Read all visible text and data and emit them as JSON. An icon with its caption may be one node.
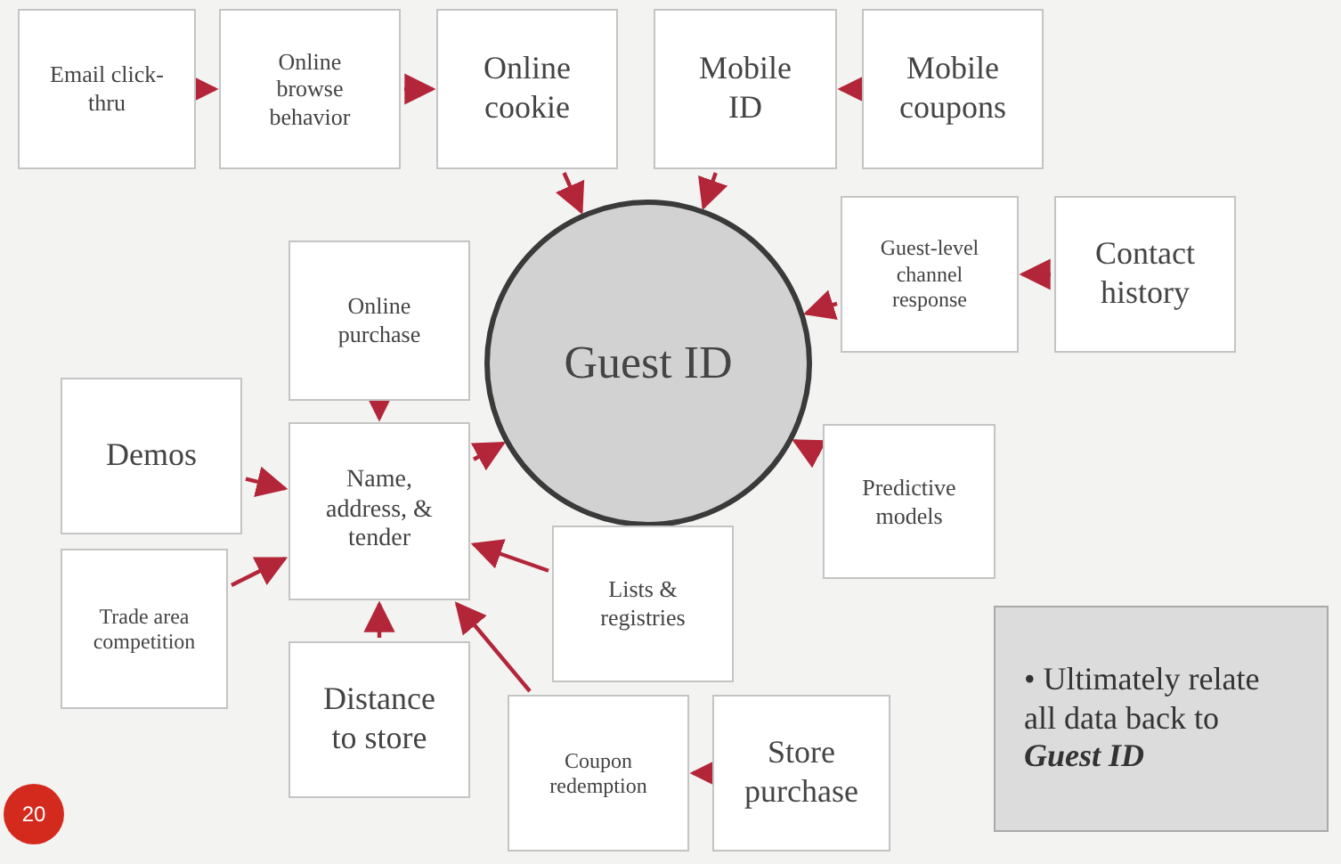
{
  "diagram": {
    "nodes": [
      {
        "text": [
          "Email click-thru"
        ]
      },
      {
        "text": [
          "Online browse behavior"
        ]
      },
      {
        "text": [
          "Online cookie"
        ]
      },
      {
        "text": [
          "Mobile ID"
        ]
      },
      {
        "text": [
          "Mobile coupons"
        ]
      },
      {
        "text": [
          "Guest-level channel response"
        ]
      },
      {
        "text": [
          "Contact history"
        ]
      },
      {
        "text": [
          "Guest ID"
        ]
      },
      {
        "text": [
          "Online purchase"
        ]
      },
      {
        "text": [
          "Demos"
        ]
      },
      {
        "text": [
          "Name, address, & tender"
        ]
      },
      {
        "text": [
          "Predictive models"
        ]
      },
      {
        "text": [
          "Lists & registries"
        ]
      },
      {
        "text": [
          "Trade area competition"
        ]
      },
      {
        "text": [
          "Distance to store"
        ]
      },
      {
        "text": [
          "Coupon redemption"
        ]
      },
      {
        "text": [
          "Store purchase"
        ]
      },
      {
        "text": [
          "• Ultimately relate all data back to **Guest ID**"
        ]
      }
    ],
    "edges": [
      {
        "from": 0,
        "to": 1,
        "arrow": "to"
      },
      {
        "from": 1,
        "to": 2,
        "arrow": "to"
      },
      {
        "from": 4,
        "to": 3,
        "arrow": "to"
      },
      {
        "from": 2,
        "to": 7,
        "arrow": "to"
      },
      {
        "from": 3,
        "to": 7,
        "arrow": "to"
      },
      {
        "from": 6,
        "to": 5,
        "arrow": "to"
      },
      {
        "from": 5,
        "to": 7,
        "arrow": "to"
      },
      {
        "from": 8,
        "to": 10,
        "arrow": "to"
      },
      {
        "from": 9,
        "to": 10,
        "arrow": "to"
      },
      {
        "from": 10,
        "to": 7,
        "arrow": "to"
      },
      {
        "from": 11,
        "to": 7,
        "arrow": "to"
      },
      {
        "from": 12,
        "to": 10,
        "arrow": "to"
      },
      {
        "from": 13,
        "to": 10,
        "arrow": "to"
      },
      {
        "from": 14,
        "to": 10,
        "arrow": "to"
      },
      {
        "from": 15,
        "to": 10,
        "arrow": "to"
      },
      {
        "from": 16,
        "to": 15,
        "arrow": "to"
      }
    ],
    "labels": [
      "20"
    ]
  }
}
